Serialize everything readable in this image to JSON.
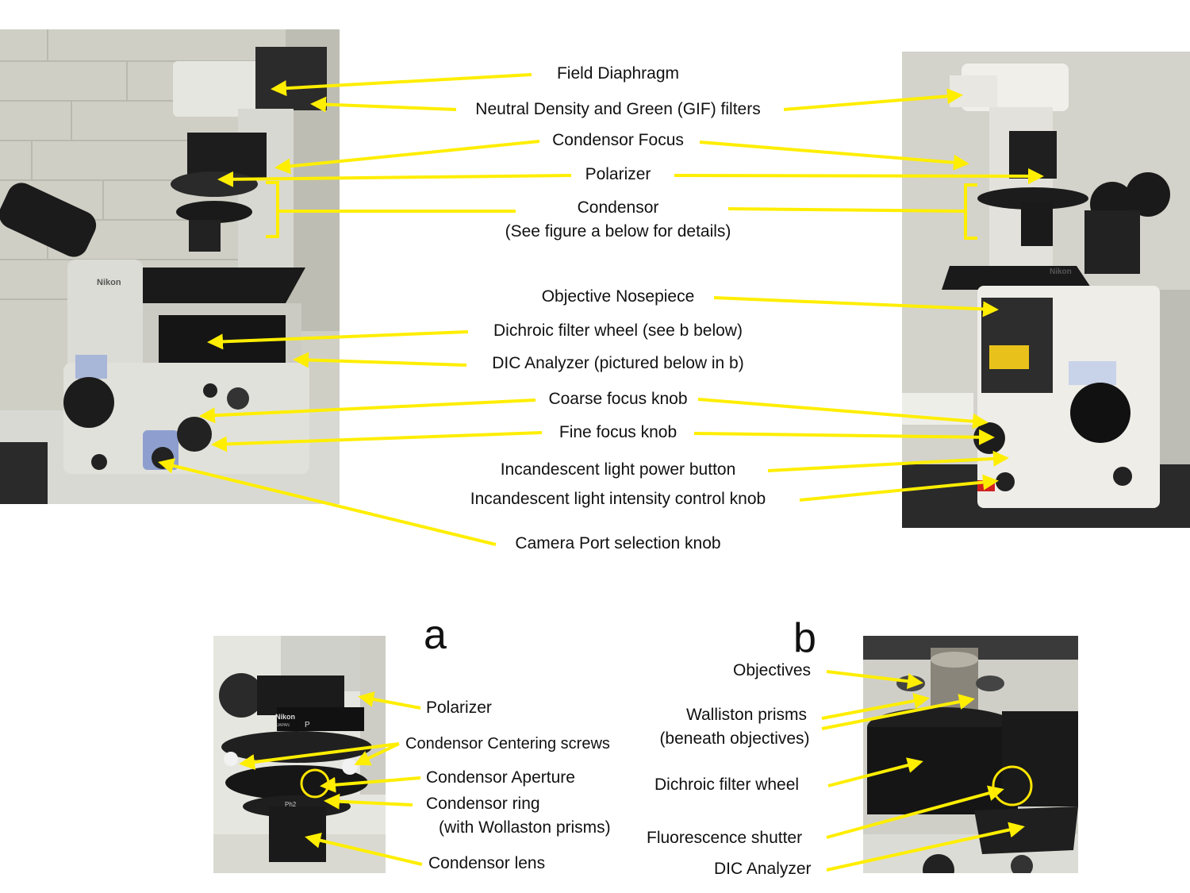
{
  "main_labels": {
    "field_diaphragm": "Field Diaphragm",
    "nd_filters": "Neutral Density and Green (GIF) filters",
    "condensor_focus": "Condensor Focus",
    "polarizer": "Polarizer",
    "condensor_line1": "Condensor",
    "condensor_line2": "(See figure a below for details)",
    "objective_nosepiece": "Objective Nosepiece",
    "dichroic_wheel": "Dichroic filter wheel (see b below)",
    "dic_analyzer": "DIC Analyzer (pictured below in b)",
    "coarse_focus": "Coarse focus knob",
    "fine_focus": "Fine focus knob",
    "power_button": "Incandescent light power button",
    "intensity_knob": "Incandescent light intensity control knob",
    "camera_port": "Camera Port selection knob"
  },
  "figure_a": {
    "letter": "a",
    "polarizer": "Polarizer",
    "centering_screws": "Condensor Centering screws",
    "aperture": "Condensor Aperture",
    "ring_line1": "Condensor ring",
    "ring_line2": "(with Wollaston prisms)",
    "lens": "Condensor lens",
    "nikon_mark": "Nikon",
    "japan_mark": "JAPAN",
    "p_mark": "P",
    "ph_mark": "Ph2"
  },
  "figure_b": {
    "letter": "b",
    "objectives": "Objectives",
    "prisms_line1": "Walliston prisms",
    "prisms_line2": "(beneath objectives)",
    "dichroic": "Dichroic filter wheel",
    "shutter": "Fluorescence shutter",
    "analyzer": "DIC Analyzer"
  },
  "photo_marks": {
    "left_brand": "Nikon",
    "right_brand": "Nikon"
  },
  "colors": {
    "arrow": "#FFEE00",
    "highlight_circle": "#FFE600"
  }
}
